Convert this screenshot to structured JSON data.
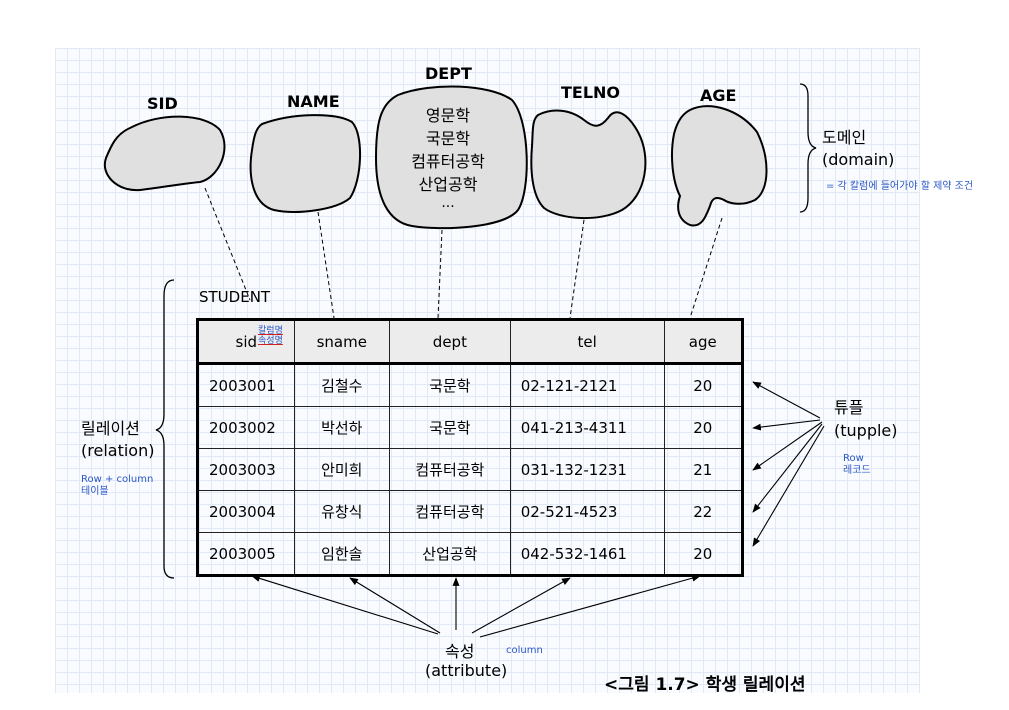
{
  "domains": [
    {
      "name": "SID",
      "values": []
    },
    {
      "name": "NAME",
      "values": []
    },
    {
      "name": "DEPT",
      "values": [
        "영문학",
        "국문학",
        "컴퓨터공학",
        "산업공학",
        "..."
      ]
    },
    {
      "name": "TELNO",
      "values": []
    },
    {
      "name": "AGE",
      "values": []
    }
  ],
  "domain_label": {
    "title": "도메인",
    "subtitle": "(domain)",
    "note": "= 각 칼럼에 들어가야 할 제약 조건"
  },
  "relation_label": {
    "title": "릴레이션",
    "subtitle": "(relation)",
    "note_line1": "Row + column",
    "note_line2": "테이블"
  },
  "tuple_label": {
    "title": "튜플",
    "subtitle": "(tupple)",
    "note_line1": "Row",
    "note_line2": "레코드"
  },
  "attribute_label": {
    "title": "속성",
    "subtitle": "(attribute)",
    "note": "column"
  },
  "table": {
    "name": "STUDENT",
    "sid_notes": [
      "칼럼명",
      "속성명"
    ],
    "columns": [
      "sid",
      "sname",
      "dept",
      "tel",
      "age"
    ],
    "rows": [
      [
        "2003001",
        "김철수",
        "국문학",
        "02-121-2121",
        "20"
      ],
      [
        "2003002",
        "박선하",
        "국문학",
        "041-213-4311",
        "20"
      ],
      [
        "2003003",
        "안미희",
        "컴퓨터공학",
        "031-132-1231",
        "21"
      ],
      [
        "2003004",
        "유창식",
        "컴퓨터공학",
        "02-521-4523",
        "22"
      ],
      [
        "2003005",
        "임한솔",
        "산업공학",
        "042-532-1461",
        "20"
      ]
    ]
  },
  "caption": "<그림 1.7> 학생 릴레이션",
  "colors": {
    "shape_fill": "#e0e0e0",
    "stroke": "#000000",
    "note_blue": "#2b58c7",
    "grid": "#e2e9f6"
  }
}
